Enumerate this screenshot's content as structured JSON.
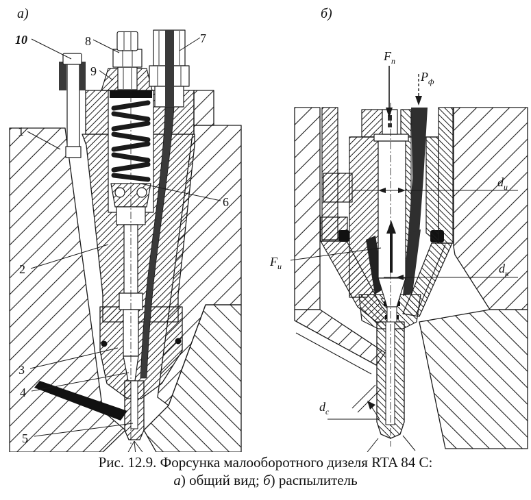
{
  "figure": {
    "panel_a": {
      "tag": "а)",
      "part_labels": {
        "n1": "1",
        "n2": "2",
        "n3": "3",
        "n4": "4",
        "n5": "5",
        "n6": "6",
        "n7": "7",
        "n8": "8",
        "n9": "9",
        "n10": "10"
      }
    },
    "panel_b": {
      "tag": "б)",
      "annotations": {
        "f_spring": {
          "base": "F",
          "sub": "п"
        },
        "p_fuel": {
          "base": "P",
          "sub": "ф"
        },
        "f_needle": {
          "base": "F",
          "sub": "и"
        },
        "d_needle": {
          "base": "d",
          "sub": "и"
        },
        "d_cone": {
          "base": "d",
          "sub": "к"
        },
        "d_hole": {
          "base": "d",
          "sub": "с"
        }
      }
    },
    "caption": {
      "line1": "Рис. 12.9. Форсунка малооборотного дизеля RTA 84 С:",
      "line2_parts": [
        {
          "t": "а"
        },
        {
          "t": ") общий вид; "
        },
        {
          "t": "б"
        },
        {
          "t": ") распылитель"
        }
      ]
    },
    "colors": {
      "paper": "#ffffff",
      "ink": "#1a1a1a",
      "fuel_channel": "#3a3a3a"
    }
  }
}
